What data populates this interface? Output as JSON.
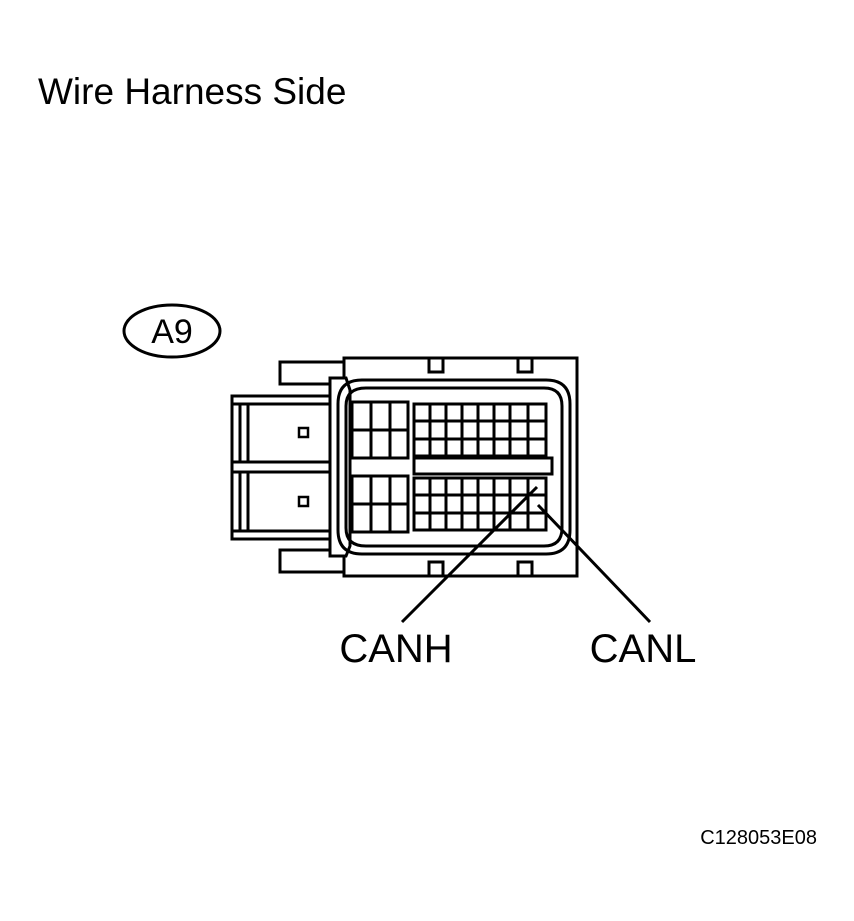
{
  "title": "Wire Harness Side",
  "connector": {
    "id": "A9",
    "pins": [
      {
        "label": "CANH"
      },
      {
        "label": "CANL"
      }
    ]
  },
  "figure_code": "C128053E08"
}
